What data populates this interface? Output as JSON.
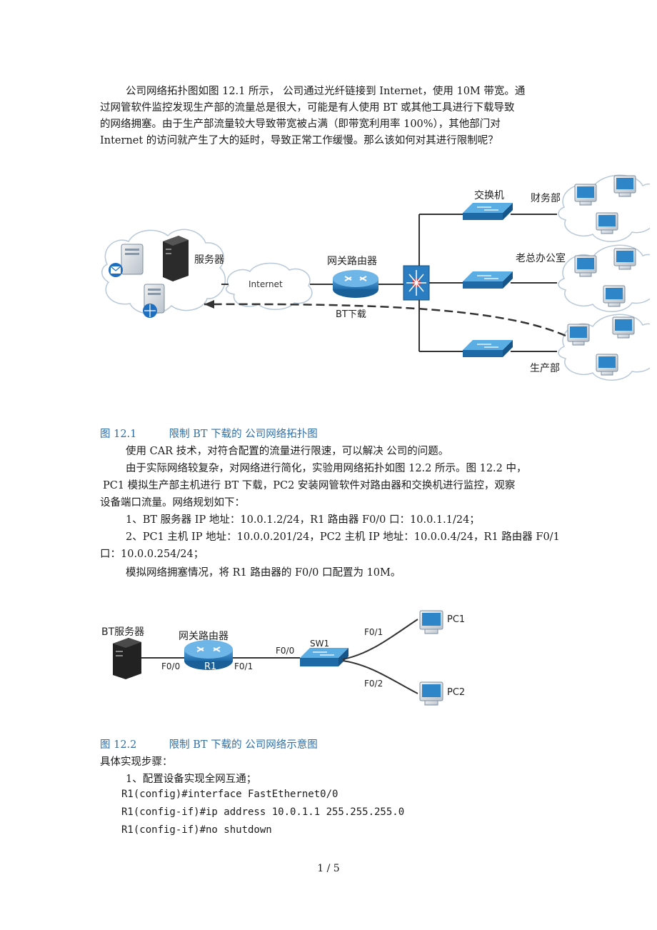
{
  "intro": [
    "公司网络拓扑图如图 12.1 所示，  公司通过光纤链接到 Internet，使用 10M 带宽。通",
    "过网管软件监控发现生产部的流量总是很大，可能是有人使用 BT 或其他工具进行下载导致",
    "的网络拥塞。由于生产部流量较大导致带宽被占满（即带宽利用率 100%），其他部门对",
    "Internet 的访问就产生了大的延时，导致正常工作缓慢。那么该如何对其进行限制呢？"
  ],
  "fig1": {
    "server_label": "服务器",
    "internet_label": "Internet",
    "router_label": "网关路由器",
    "switch_label": "交换机",
    "finance_label": "财务部",
    "ceo_label": "老总办公室",
    "production_label": "生产部",
    "bt_label": "BT下载",
    "caption_num": "图 12.1",
    "caption_text": "限制 BT 下载的 公司网络拓扑图"
  },
  "middle": [
    "使用 CAR 技术，对符合配置的流量进行限速，可以解决 公司的问题。",
    "由于实际网络较复杂，对网络进行简化，实验用网络拓扑如图 12.2 所示。图 12.2 中，",
    "PC1 模拟生产部主机进行 BT 下载，PC2 安装网管软件对路由器和交换机进行监控，观察",
    "设备端口流量。网络规划如下：",
    "1、BT 服务器 IP 地址：10.0.1.2/24，R1 路由器 F0/0 口：10.0.1.1/24；",
    "2、PC1 主机 IP 地址：10.0.0.201/24，PC2 主机 IP 地址：10.0.0.4/24，R1 路由器 F0/1",
    "口：10.0.0.254/24；",
    "模拟网络拥塞情况，将 R1 路由器的 F0/0 口配置为 10M。"
  ],
  "fig2": {
    "bt_server_label": "BT服务器",
    "router_label": "网关路由器",
    "r1_label": "R1",
    "r1_f00": "F0/0",
    "r1_f01": "F0/1",
    "sw_f00": "F0/0",
    "sw1_label": "SW1",
    "f01": "F0/1",
    "f02": "F0/2",
    "pc1_label": "PC1",
    "pc2_label": "PC2",
    "caption_num": "图 12.2",
    "caption_text": "限制 BT 下载的 公司网络示意图"
  },
  "steps_title": "具体实现步骤：",
  "step1": "1、配置设备实现全网互通；",
  "code": [
    "R1(config)#interface FastEthernet0/0",
    "R1(config-if)#ip address 10.0.1.1 255.255.255.0",
    "R1(config-if)#no shutdown"
  ],
  "page_number": "1 / 5"
}
